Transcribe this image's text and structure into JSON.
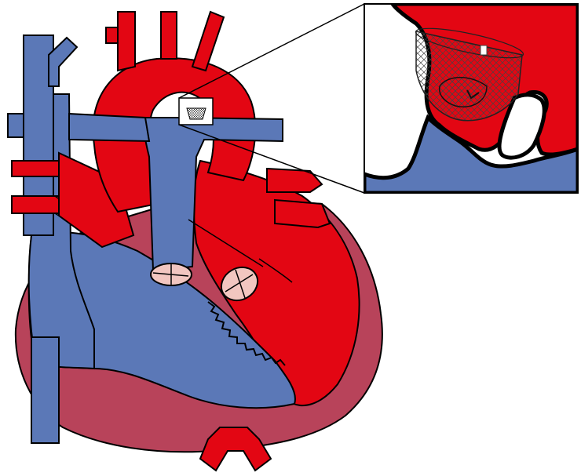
{
  "diagram": {
    "colors": {
      "oxygenated": "#e30613",
      "deoxygenated": "#5b78b7",
      "myocardium": "#b8435a",
      "valve": "#f2c6c0",
      "outline": "#000000",
      "device_mesh": "#444444",
      "background": "#ffffff"
    },
    "parts": [
      "superior-vena-cava",
      "inferior-vena-cava",
      "aorta",
      "pulmonary-artery",
      "pulmonary-veins",
      "right-ventricle",
      "left-ventricle",
      "right-atrium",
      "pulmonary-valve",
      "aortic-valve",
      "ductus-stent-device",
      "magnified-inset"
    ]
  }
}
